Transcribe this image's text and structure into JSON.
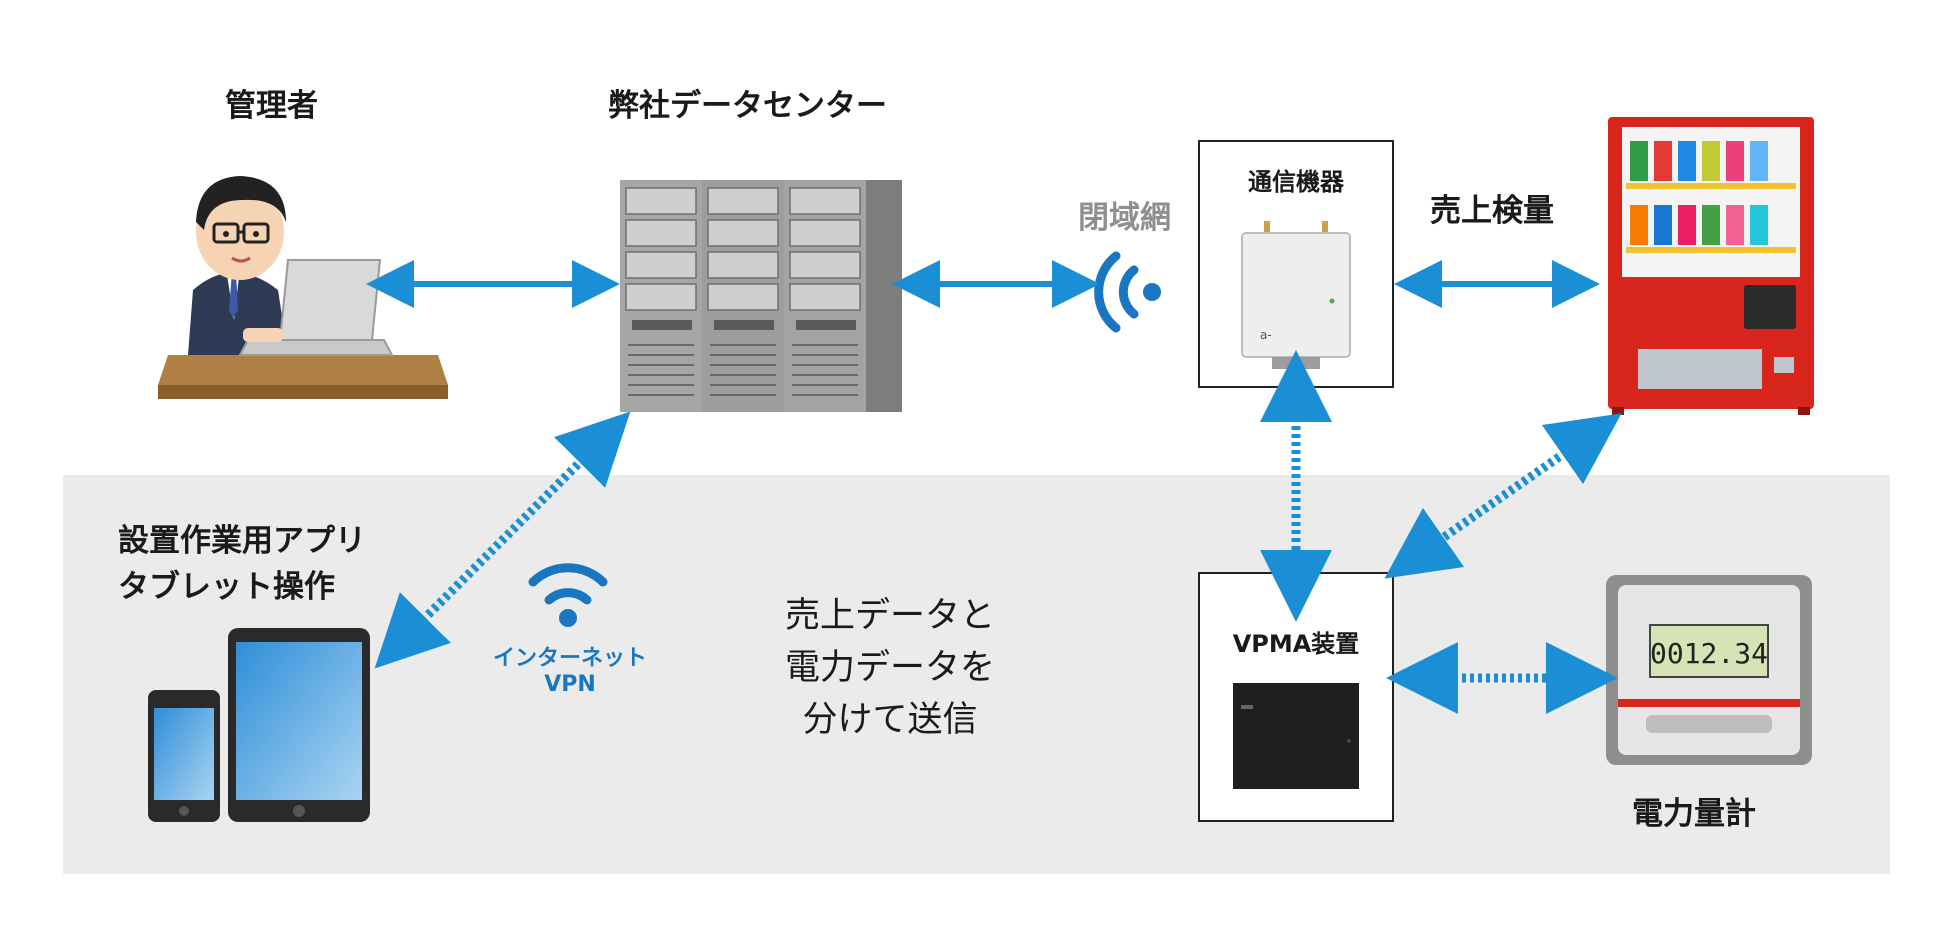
{
  "labels": {
    "admin": "管理者",
    "datacenter": "弊社データセンター",
    "closed_network": "閉域網",
    "comm_device": "通信機器",
    "sales_inspection": "売上検量",
    "tablet_line1": "設置作業用アプリ",
    "tablet_line2": "タブレット操作",
    "internet_vpn_line1": "インターネット",
    "internet_vpn_line2": "VPN",
    "center_line1": "売上データと",
    "center_line2": "電力データを",
    "center_line3": "分けて送信",
    "vpma": "VPMA装置",
    "power_meter": "電力量計",
    "meter_reading": "0012.34"
  },
  "colors": {
    "arrow_blue": "#1b8fd6",
    "zone_gray": "#ebebec",
    "vending_red": "#d9261c",
    "wifi_blue": "#1b76c2"
  },
  "icons": [
    "admin-person-icon",
    "server-rack-icon",
    "wireless-signal-icon",
    "router-device-icon",
    "vending-machine-icon",
    "smartphone-icon",
    "tablet-icon",
    "wifi-icon",
    "vpma-device-icon",
    "power-meter-icon"
  ]
}
